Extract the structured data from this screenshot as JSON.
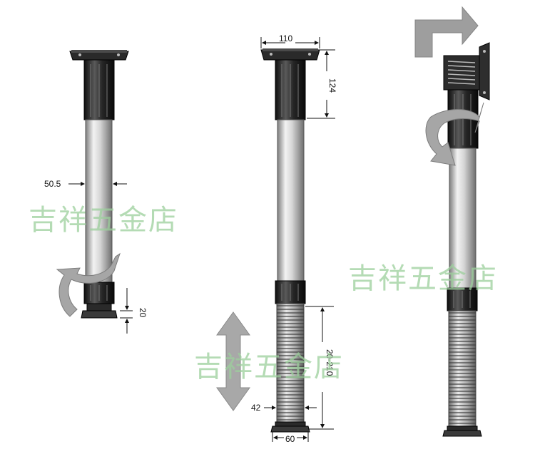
{
  "watermark": {
    "text": "吉祥五金店"
  },
  "dimensions": {
    "diameter_tube": "50.5",
    "foot_height": "20",
    "plate_width": "110",
    "top_section_height": "124",
    "adjust_range": "20-210",
    "thread_diameter": "42",
    "foot_width": "60"
  },
  "colors": {
    "tube_light": "#e6e6e6",
    "tube_dark": "#8c8c8c",
    "black_part": "#1e1e1e",
    "arrow_gray": "#9a9a9a",
    "watermark": "#9ccf9c"
  }
}
